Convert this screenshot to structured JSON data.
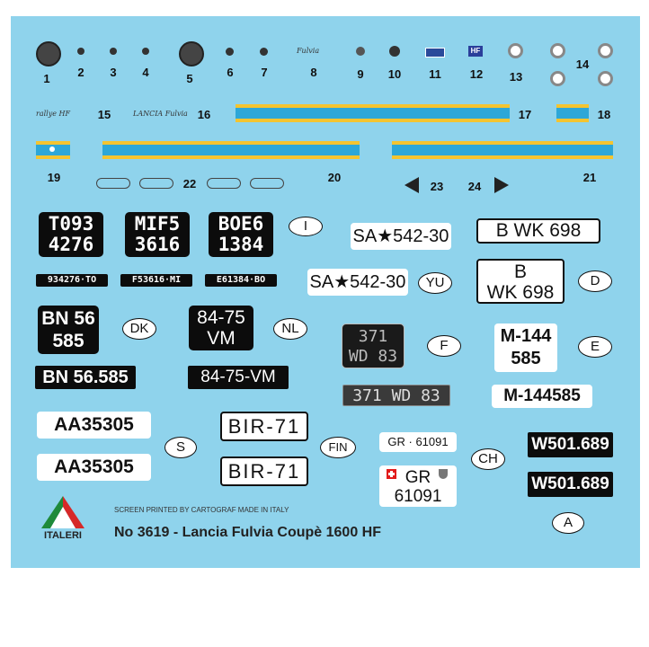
{
  "numbers": [
    "1",
    "2",
    "3",
    "4",
    "5",
    "6",
    "7",
    "8",
    "9",
    "10",
    "11",
    "12",
    "13",
    "14",
    "15",
    "16",
    "17",
    "18",
    "19",
    "20",
    "21",
    "22",
    "23",
    "24"
  ],
  "tag_12": "HF",
  "script_8": "Fulvia",
  "script_15": "rallye HF",
  "script_16": "LANCIA Fulvia",
  "plates": {
    "italy_1": [
      "T093",
      "4276"
    ],
    "italy_2": [
      "MIF5",
      "3616"
    ],
    "italy_3": [
      "BOE6",
      "1384"
    ],
    "italy_small": [
      "934276·TO",
      "F53616·MI",
      "E61384·BO"
    ],
    "italy_oval": "I",
    "yu_1": "SA★542-30",
    "yu_2": "SA★542-30",
    "yu_oval": "YU",
    "d_1": "B WK 698",
    "d_2": [
      "B",
      "WK 698"
    ],
    "d_oval": "D",
    "dk_1": [
      "BN 56",
      "585"
    ],
    "dk_2": "BN 56.585",
    "dk_oval": "DK",
    "nl_1": [
      "84-75",
      "VM"
    ],
    "nl_2": "84-75-VM",
    "nl_oval": "NL",
    "f_1": [
      "371",
      "WD 83"
    ],
    "f_2": "371 WD 83",
    "f_oval": "F",
    "e_1": [
      "M-144",
      "585"
    ],
    "e_2": "M-144585",
    "e_oval": "E",
    "s_1": "AA35305",
    "s_2": "AA35305",
    "s_oval": "S",
    "fin_1": "BIR-71",
    "fin_2": "BIR-71",
    "fin_oval": "FIN",
    "ch_1": "GR · 61091",
    "ch_2": [
      "GR",
      "61091"
    ],
    "ch_oval": "CH",
    "a_1": "W501.689",
    "a_2": "W501.689",
    "a_oval": "A"
  },
  "brand": "ITALERI",
  "printed_by": "SCREEN PRINTED BY CARTOGRAF  MADE IN ITALY",
  "title": "No 3619 - Lancia Fulvia Coupè 1600 HF"
}
